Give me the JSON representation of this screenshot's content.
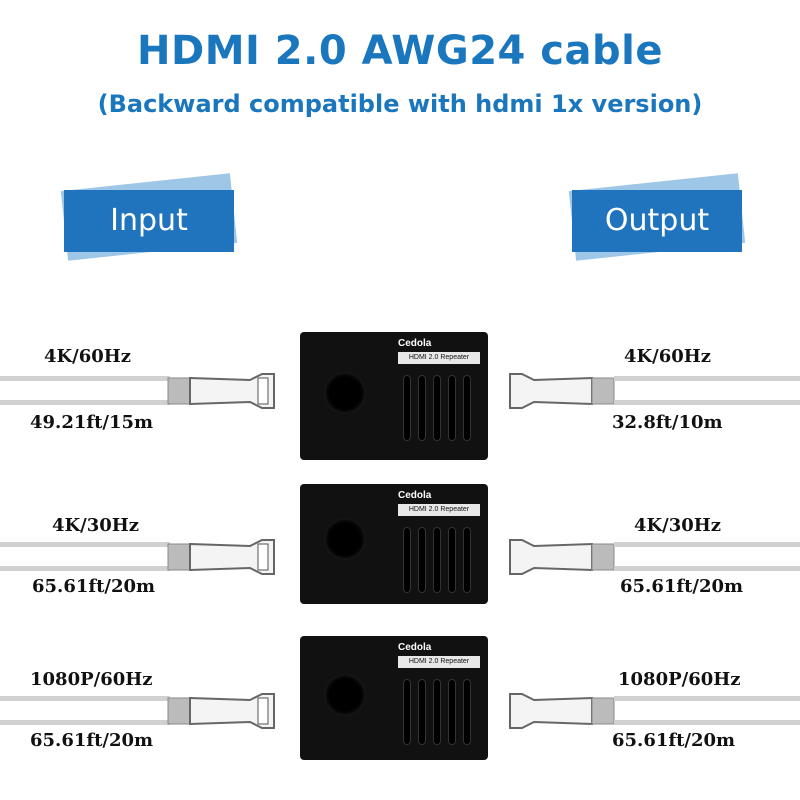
{
  "header": {
    "title": "HDMI 2.0 AWG24 cable",
    "subtitle": "(Backward compatible with hdmi 1x version)"
  },
  "banners": {
    "input": "Input",
    "output": "Output"
  },
  "rows": [
    {
      "input_resolution": "4K/60Hz",
      "input_length": "49.21ft/15m",
      "output_resolution": "4K/60Hz",
      "output_length": "32.8ft/10m",
      "device_logo": "Cedola",
      "device_plate": "HDMI 2.0 Repeater"
    },
    {
      "input_resolution": "4K/30Hz",
      "input_length": "65.61ft/20m",
      "output_resolution": "4K/30Hz",
      "output_length": "65.61ft/20m",
      "device_logo": "Cedola",
      "device_plate": "HDMI 2.0 Repeater"
    },
    {
      "input_resolution": "1080P/60Hz",
      "input_length": "65.61ft/20m",
      "output_resolution": "1080P/60Hz",
      "output_length": "65.61ft/20m",
      "device_logo": "Cedola",
      "device_plate": "HDMI 2.0 Repeater"
    }
  ],
  "colors": {
    "accent": "#1a76bd",
    "banner": "#1f74bd",
    "banner_shadow": "#9ec6e6",
    "device": "#111111",
    "cable": "#c8c8c8"
  }
}
